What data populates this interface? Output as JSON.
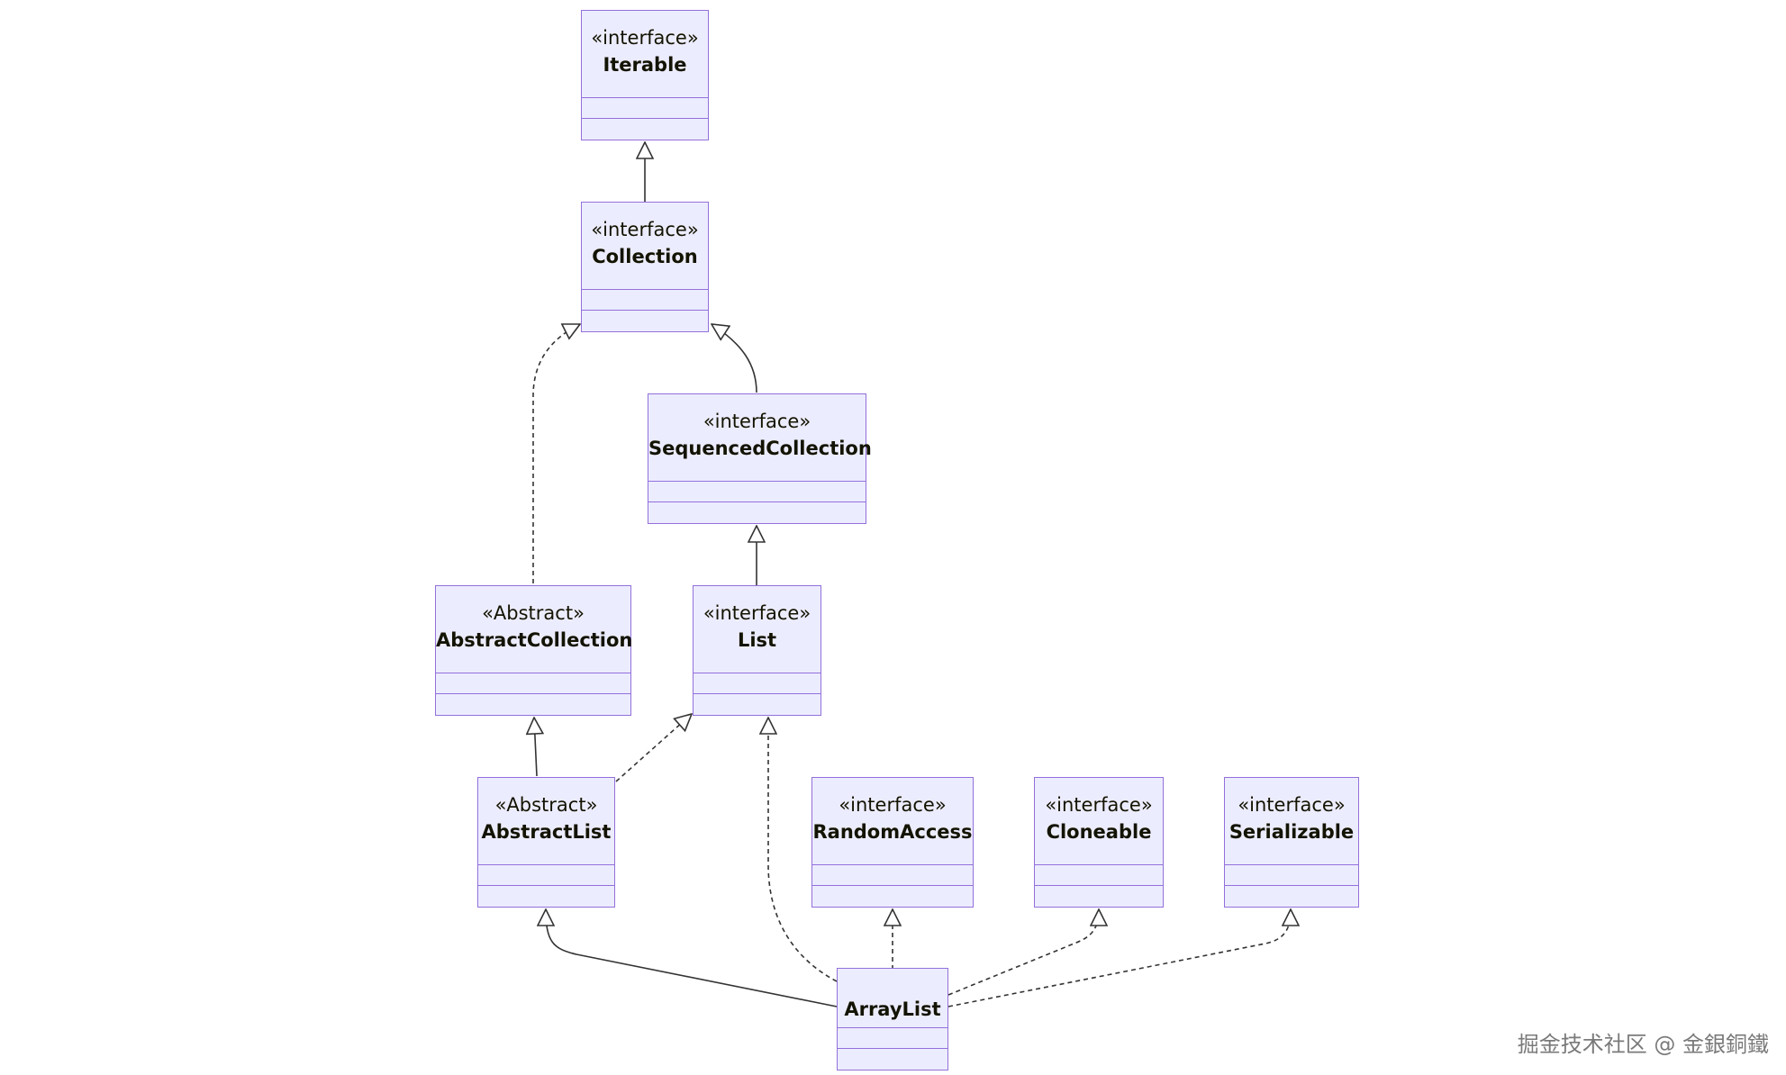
{
  "diagram": {
    "nodes": {
      "iterable": {
        "stereotype": "«interface»",
        "name": "Iterable"
      },
      "collection": {
        "stereotype": "«interface»",
        "name": "Collection"
      },
      "sequenced_collection": {
        "stereotype": "«interface»",
        "name": "SequencedCollection"
      },
      "abstract_collection": {
        "stereotype": "«Abstract»",
        "name": "AbstractCollection"
      },
      "list": {
        "stereotype": "«interface»",
        "name": "List"
      },
      "abstract_list": {
        "stereotype": "«Abstract»",
        "name": "AbstractList"
      },
      "random_access": {
        "stereotype": "«interface»",
        "name": "RandomAccess"
      },
      "cloneable": {
        "stereotype": "«interface»",
        "name": "Cloneable"
      },
      "serializable": {
        "stereotype": "«interface»",
        "name": "Serializable"
      },
      "array_list": {
        "name": "ArrayList"
      }
    },
    "relations": [
      {
        "from": "Collection",
        "to": "Iterable",
        "kind": "inheritance"
      },
      {
        "from": "AbstractCollection",
        "to": "Collection",
        "kind": "realization"
      },
      {
        "from": "SequencedCollection",
        "to": "Collection",
        "kind": "inheritance"
      },
      {
        "from": "List",
        "to": "SequencedCollection",
        "kind": "inheritance"
      },
      {
        "from": "AbstractList",
        "to": "AbstractCollection",
        "kind": "inheritance"
      },
      {
        "from": "AbstractList",
        "to": "List",
        "kind": "realization"
      },
      {
        "from": "ArrayList",
        "to": "AbstractList",
        "kind": "inheritance"
      },
      {
        "from": "ArrayList",
        "to": "List",
        "kind": "realization"
      },
      {
        "from": "ArrayList",
        "to": "RandomAccess",
        "kind": "realization"
      },
      {
        "from": "ArrayList",
        "to": "Cloneable",
        "kind": "realization"
      },
      {
        "from": "ArrayList",
        "to": "Serializable",
        "kind": "realization"
      }
    ]
  },
  "watermark": "掘金技术社区 @ 金銀銅鐵",
  "colors": {
    "node_fill": "#ECECFF",
    "node_border": "#9370DB",
    "edge": "#333333"
  }
}
